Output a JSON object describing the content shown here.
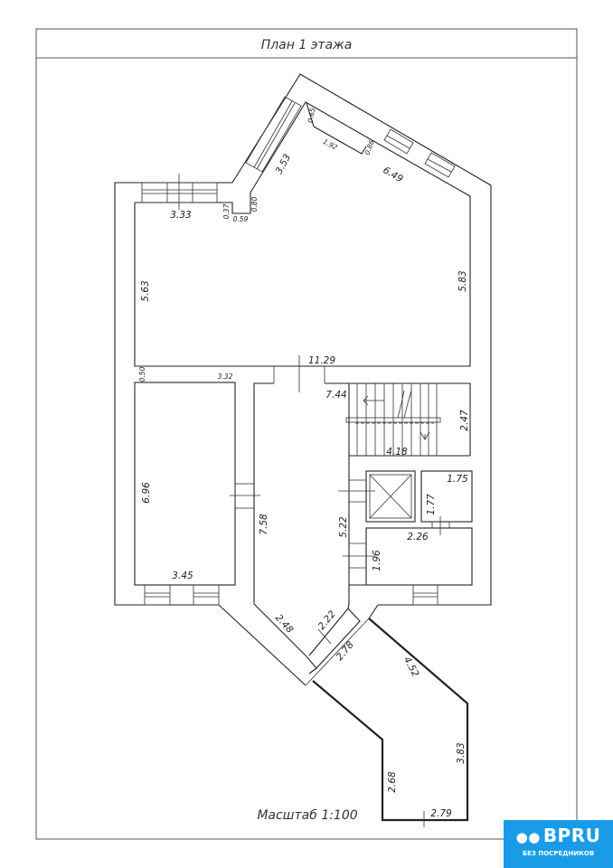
{
  "title": "План 1 этажа",
  "scale_label": "Масштаб 1:100",
  "logo": {
    "brand": "BPRU",
    "tagline": "БЕЗ ПОСРЕДНИКОВ",
    "color": "#1a9be8",
    "icon": "people-key-icon"
  },
  "dimensions": [
    "3.33",
    "0.37",
    "0.59",
    "0.80",
    "3.53",
    "0.65",
    "1.92",
    "0.86",
    "6.49",
    "5.63",
    "5.83",
    "11.29",
    "0.50",
    "3.32",
    "7.44",
    "2.47",
    "4.18",
    "6.96",
    "7.58",
    "5.22",
    "1.75",
    "1.77",
    "2.26",
    "1.96",
    "3.45",
    "2.48",
    "2.22",
    "2.78",
    "4.52",
    "3.83",
    "2.68",
    "2.79"
  ]
}
